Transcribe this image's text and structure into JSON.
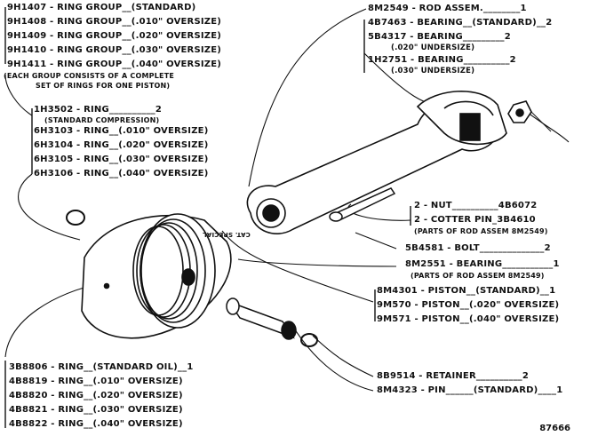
{
  "ring_groups": {
    "items": [
      "9H1407 - RING GROUP__(STANDARD)",
      "9H1408 - RING GROUP__(.010\" OVERSIZE)",
      "9H1409 - RING GROUP__(.020\" OVERSIZE)",
      "9H1410 - RING GROUP__(.030\" OVERSIZE)",
      "9H1411 - RING GROUP__(.040\" OVERSIZE)"
    ],
    "note_line1": "(EACH GROUP CONSISTS OF A COMPLETE",
    "note_line2": "SET OF RINGS FOR ONE PISTON)"
  },
  "compression_rings": {
    "first": "1H3502 - RING__________2",
    "first_note": "(STANDARD COMPRESSION)",
    "items": [
      "6H3103 - RING__(.010\" OVERSIZE)",
      "6H3104 - RING__(.020\" OVERSIZE)",
      "6H3105 - RING__(.030\" OVERSIZE)",
      "6H3106 - RING__(.040\" OVERSIZE)"
    ]
  },
  "rod": {
    "assem": "8M2549 - ROD ASSEM.________1",
    "bearing_std": "4B7463 - BEARING__(STANDARD)__2",
    "bearing_020": "5B4317 - BEARING_________2",
    "bearing_020_note": "(.020\" UNDERSIZE)",
    "bearing_030": "1H2751 - BEARING__________2",
    "bearing_030_note": "(.030\" UNDERSIZE)"
  },
  "nut": {
    "nut": "2 - NUT__________4B6072",
    "cotter": "2 - COTTER PIN_3B4610",
    "note": "(PARTS OF ROD ASSEM 8M2549)"
  },
  "bolt": "5B4581 - BOLT______________2",
  "bearing_rod": {
    "label": "8M2551 - BEARING___________1",
    "note": "(PARTS OF ROD ASSEM 8M2549)"
  },
  "pistons": [
    "8M4301 - PISTON__(STANDARD)__1",
    "9M570 - PISTON__(.020\" OVERSIZE)",
    "9M571 - PISTON__(.040\" OVERSIZE)"
  ],
  "oil_rings": [
    "3B8806 - RING__(STANDARD OIL)__1",
    "4B8819 - RING__(.010\" OVERSIZE)",
    "4B8820 - RING__(.020\" OVERSIZE)",
    "4B8821 - RING__(.030\" OVERSIZE)",
    "4B8822 - RING__(.040\" OVERSIZE)"
  ],
  "retainer": "8B9514 - RETAINER__________2",
  "pin": "8M4323 - PIN______(STANDARD)____1",
  "figure_number": "87666",
  "piston_stamp": "CAT. SPECIAL"
}
